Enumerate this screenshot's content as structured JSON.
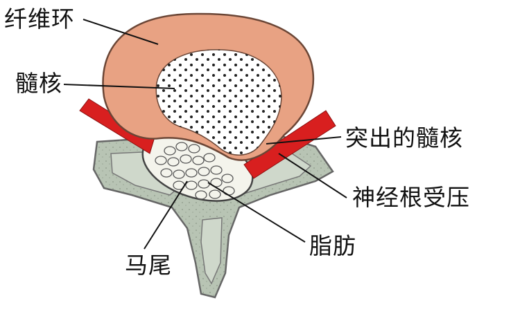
{
  "labels": {
    "annulus": "纤维环",
    "nucleus": "髓核",
    "herniated_nucleus": "突出的髓核",
    "nerve_root": "神经根受压",
    "fat": "脂肪",
    "cauda_equina": "马尾"
  },
  "colors": {
    "annulus": "#e8a283",
    "nucleus": "#ffffff",
    "nerve_root": "#d81f1f",
    "bone": "#b8c4b4",
    "bone_outline": "#666666",
    "leader_line": "#111111"
  }
}
